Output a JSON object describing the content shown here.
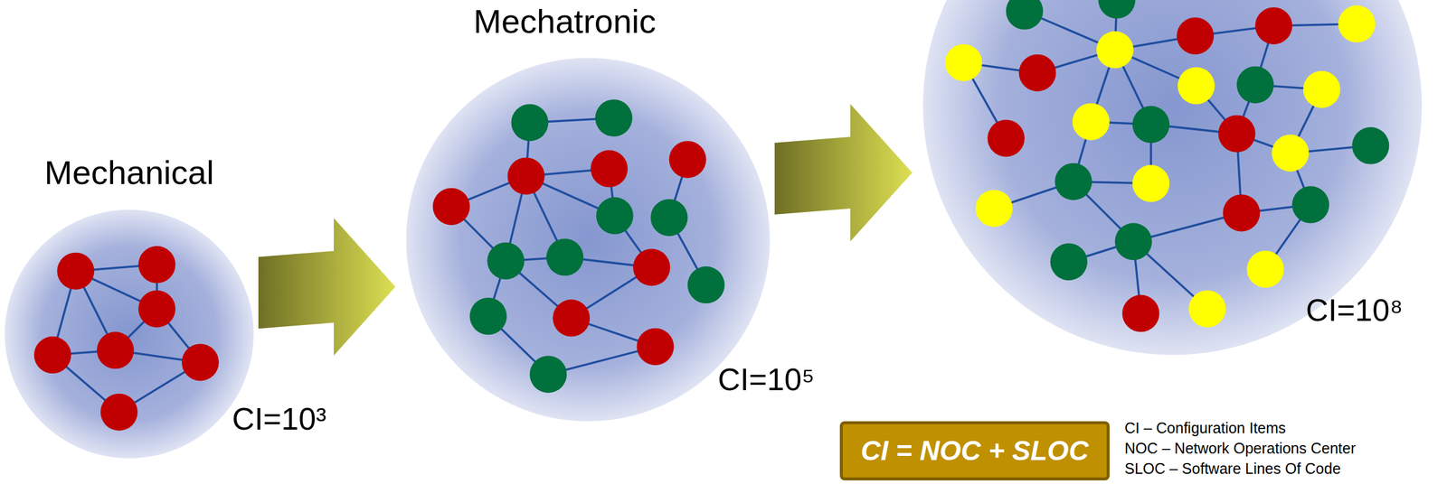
{
  "diagram": {
    "nodes": [
      {
        "text": [
          "Mechanical",
          "CI=10³"
        ]
      },
      {
        "text": [
          "Mechatronic",
          "CI=10⁵"
        ]
      },
      {
        "text": [
          "CI=10⁸"
        ]
      },
      {
        "text": [
          "CI = NOC + SLOC"
        ]
      }
    ],
    "edges": [
      {
        "from": 0,
        "to": 1,
        "arrow": "to"
      },
      {
        "from": 1,
        "to": 2,
        "arrow": "to"
      }
    ],
    "labels": [
      "CI – Configuration Items",
      "NOC – Network Operations Center",
      "SLOC – Software Lines Of Code"
    ]
  }
}
